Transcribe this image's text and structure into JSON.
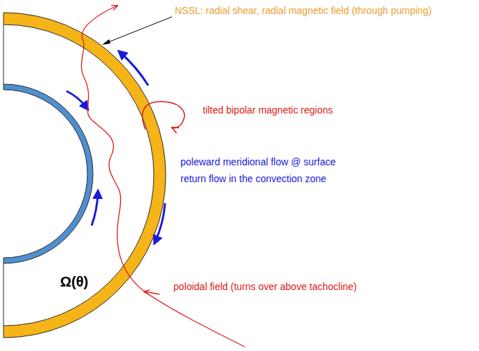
{
  "diagram": {
    "labels": [
      "NSSL: radial shear, radial magnetic field (through pumping)",
      "tilted bipolar magnetic regions",
      "poleward meridional flow @ surface",
      "return flow in the convection zone",
      "poloidal field (turns over above tachocline)",
      "Ω(θ)"
    ]
  }
}
